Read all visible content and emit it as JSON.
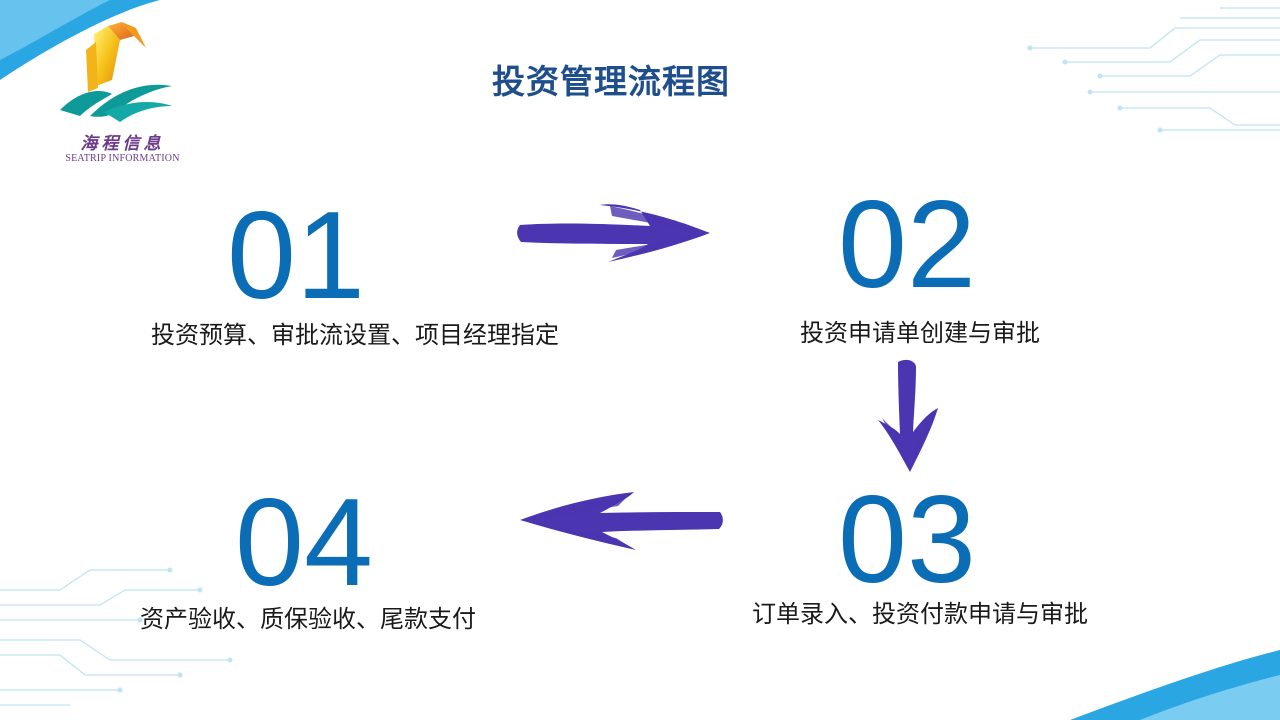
{
  "title": "投资管理流程图",
  "logo": {
    "cn": "海程信息",
    "en": "SEATRIP INFORMATION"
  },
  "colors": {
    "title": "#1f4e8c",
    "number": "#0a6db5",
    "arrow": "#4b35b0",
    "accent_cyan": "#29a8e0"
  },
  "steps": [
    {
      "number": "01",
      "text": "投资预算、审批流设置、项目经理指定"
    },
    {
      "number": "02",
      "text": "投资申请单创建与审批"
    },
    {
      "number": "03",
      "text": "订单录入、投资付款申请与审批"
    },
    {
      "number": "04",
      "text": "资产验收、质保验收、尾款支付"
    }
  ],
  "arrows": [
    "right-arrow",
    "down-arrow",
    "left-arrow"
  ]
}
